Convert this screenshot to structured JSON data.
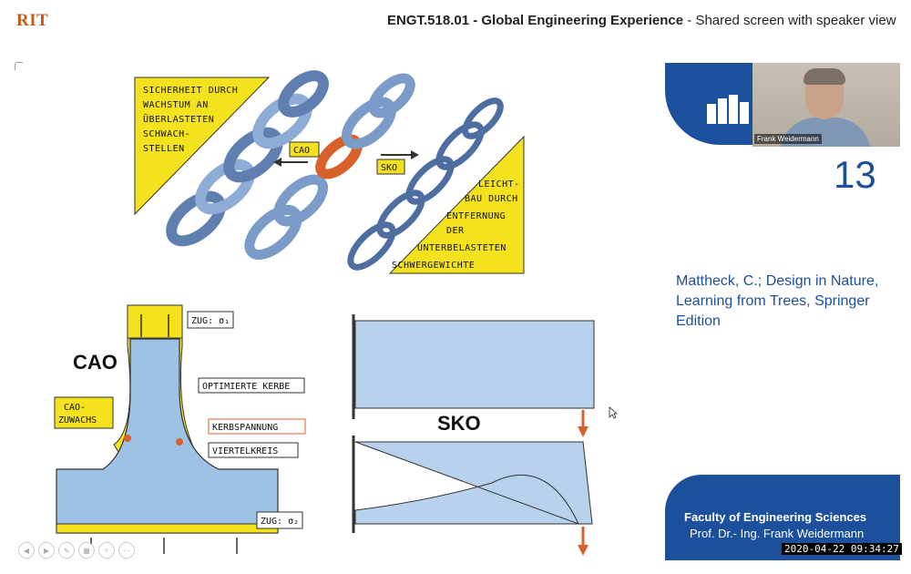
{
  "header": {
    "logo_text": "RIT",
    "meeting_title": "ENGT.518.01 - Global Engineering Experience",
    "view_mode": " - Shared screen with speaker view"
  },
  "slide": {
    "number": "13",
    "reference": "Mattheck, C.; Design in Nature, Learning from Trees, Springer Edition",
    "faculty": "Faculty of Engineering Sciences",
    "professor": "Prof. Dr.- Ing. Frank Weidermann",
    "timestamp": "2020-04-22 09:34:27",
    "chain_left_note": [
      "SICHERHEIT DURCH",
      "WACHSTUM AN",
      "ÜBERLASTETEN",
      "SCHWACH-",
      "STELLEN"
    ],
    "chain_right_note": [
      "LEICHT-",
      "BAU DURCH",
      "ENTFERNUNG",
      "DER",
      "UNTERBELASTETEN",
      "SCHWERGEWICHTE"
    ],
    "cao_arrow_label": "CAO",
    "sko_arrow_label": "SKO",
    "cao_title": "CAO",
    "sko_title": "SKO",
    "zug_top": "ZUG: σ₁",
    "zug_bottom": "ZUG: σ₂",
    "optimierte_kerbe": "OPTIMIERTE KERBE",
    "kerbspannung": "KERBSPANNUNG",
    "viertelkreis": "VIERTELKREIS",
    "cao_zuwachs": [
      "CAO-",
      "ZUWACHS"
    ]
  },
  "speaker": {
    "name": "Frank Weidermann"
  },
  "colors": {
    "brand_blue": "#1c4f9c",
    "rit_orange": "#c25a1a",
    "highlight_yellow": "#f5e21f",
    "chain_blue": "#9db9dd"
  }
}
